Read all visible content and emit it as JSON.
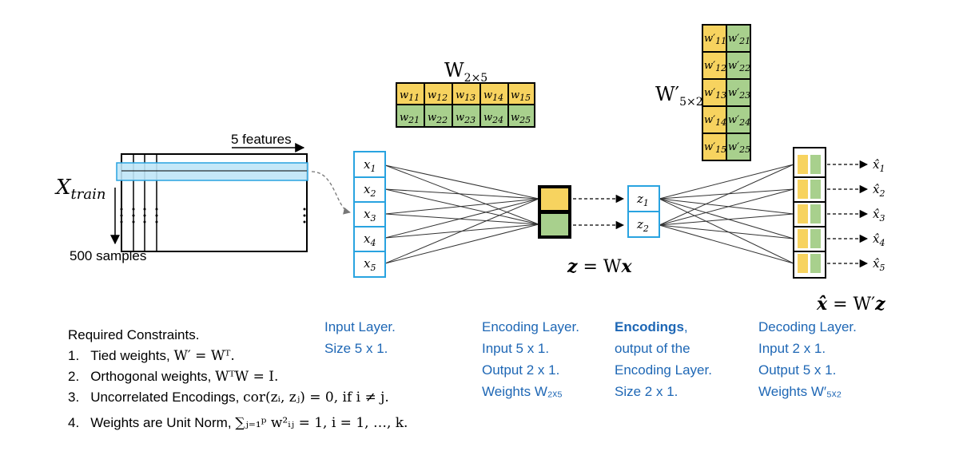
{
  "colors": {
    "yellow": "#f7d35f",
    "green": "#a8d08d",
    "blue": "#1e67b5",
    "cyan": "#29a3e0",
    "highlight": "#bfe6f7"
  },
  "data_matrix": {
    "label": "X",
    "label_sub": "train",
    "features_label": "5 features",
    "samples_label": "500 samples"
  },
  "input_layer": {
    "nodes": [
      {
        "base": "x",
        "sub": "1"
      },
      {
        "base": "x",
        "sub": "2"
      },
      {
        "base": "x",
        "sub": "3"
      },
      {
        "base": "x",
        "sub": "4"
      },
      {
        "base": "x",
        "sub": "5"
      }
    ]
  },
  "encoder_weights": {
    "label": "W",
    "label_sub": "2×5",
    "rows": [
      [
        "w11",
        "w12",
        "w13",
        "w14",
        "w15"
      ],
      [
        "w21",
        "w22",
        "w23",
        "w24",
        "w25"
      ]
    ],
    "cells": [
      [
        {
          "b": "w",
          "s": "11"
        },
        {
          "b": "w",
          "s": "12"
        },
        {
          "b": "w",
          "s": "13"
        },
        {
          "b": "w",
          "s": "14"
        },
        {
          "b": "w",
          "s": "15"
        }
      ],
      [
        {
          "b": "w",
          "s": "21"
        },
        {
          "b": "w",
          "s": "22"
        },
        {
          "b": "w",
          "s": "23"
        },
        {
          "b": "w",
          "s": "24"
        },
        {
          "b": "w",
          "s": "25"
        }
      ]
    ]
  },
  "decoder_weights": {
    "label": "W′",
    "label_sub": "5×2",
    "cells": [
      [
        {
          "b": "w′",
          "s": "11"
        },
        {
          "b": "w′",
          "s": "21"
        }
      ],
      [
        {
          "b": "w′",
          "s": "12"
        },
        {
          "b": "w′",
          "s": "22"
        }
      ],
      [
        {
          "b": "w′",
          "s": "13"
        },
        {
          "b": "w′",
          "s": "23"
        }
      ],
      [
        {
          "b": "w′",
          "s": "14"
        },
        {
          "b": "w′",
          "s": "24"
        }
      ],
      [
        {
          "b": "w′",
          "s": "15"
        },
        {
          "b": "w′",
          "s": "25"
        }
      ]
    ]
  },
  "encodings": {
    "nodes": [
      {
        "base": "z",
        "sub": "1"
      },
      {
        "base": "z",
        "sub": "2"
      }
    ]
  },
  "outputs": [
    {
      "base": "x̂",
      "sub": "1"
    },
    {
      "base": "x̂",
      "sub": "2"
    },
    {
      "base": "x̂",
      "sub": "3"
    },
    {
      "base": "x̂",
      "sub": "4"
    },
    {
      "base": "x̂",
      "sub": "5"
    }
  ],
  "equations": {
    "encode_lhs": "z",
    "encode_rhs": " = W",
    "encode_var": "x",
    "decode_lhs": "x̂",
    "decode_rhs": " = W′",
    "decode_var": "z"
  },
  "constraints": {
    "title": "Required Constraints.",
    "items": [
      {
        "num": "1.",
        "text": "Tied weights, ",
        "formula": "W′ = Wᵀ."
      },
      {
        "num": "2.",
        "text": "Orthogonal weights, ",
        "formula": "WᵀW = I."
      },
      {
        "num": "3.",
        "text": "Uncorrelated Encodings, ",
        "formula": "cor(zᵢ, zⱼ) = 0, if i ≠ j."
      },
      {
        "num": "4.",
        "text": "Weights are Unit Norm, ",
        "formula": "∑ⱼ₌₁ᵖ w²ᵢⱼ = 1, i = 1, …, k."
      }
    ]
  },
  "layer_labels": {
    "input": [
      "Input Layer.",
      "Size 5 x 1."
    ],
    "encoding": [
      "Encoding Layer.",
      "Input 5 x 1.",
      "Output 2 x 1.",
      "Weights W₂ₓ₅"
    ],
    "encodings_bold": "Encodings",
    "encodings": [
      ",",
      "output of the",
      "Encoding Layer.",
      "Size 2 x 1."
    ],
    "decoding": [
      "Decoding Layer.",
      "Input 2 x 1.",
      "Output 5 x 1.",
      "Weights W′₅ₓ₂"
    ]
  }
}
